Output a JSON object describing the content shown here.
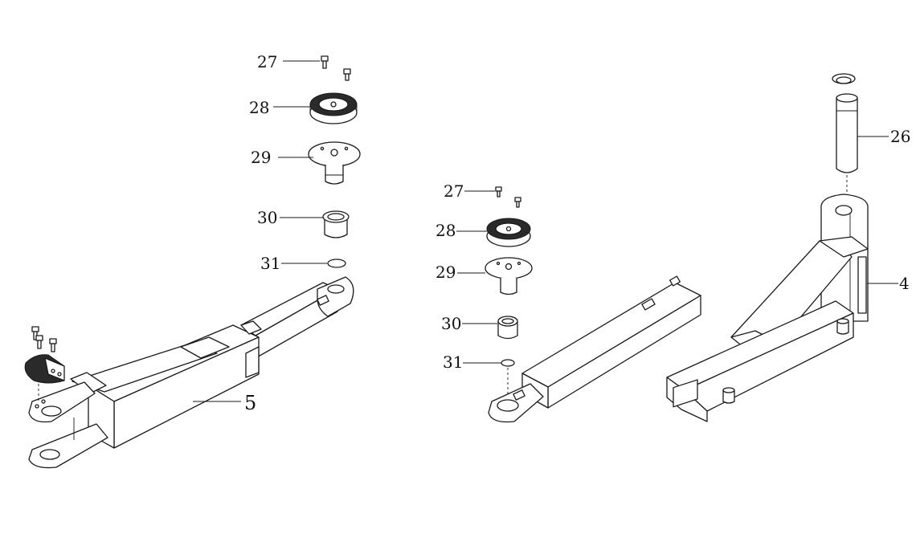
{
  "callouts": {
    "left": {
      "c27": "27",
      "c28": "28",
      "c29": "29",
      "c30": "30",
      "c31": "31",
      "c5": "5"
    },
    "right": {
      "c27": "27",
      "c28": "28",
      "c29": "29",
      "c30": "30",
      "c31": "31",
      "c26": "26",
      "c4": "4"
    }
  }
}
